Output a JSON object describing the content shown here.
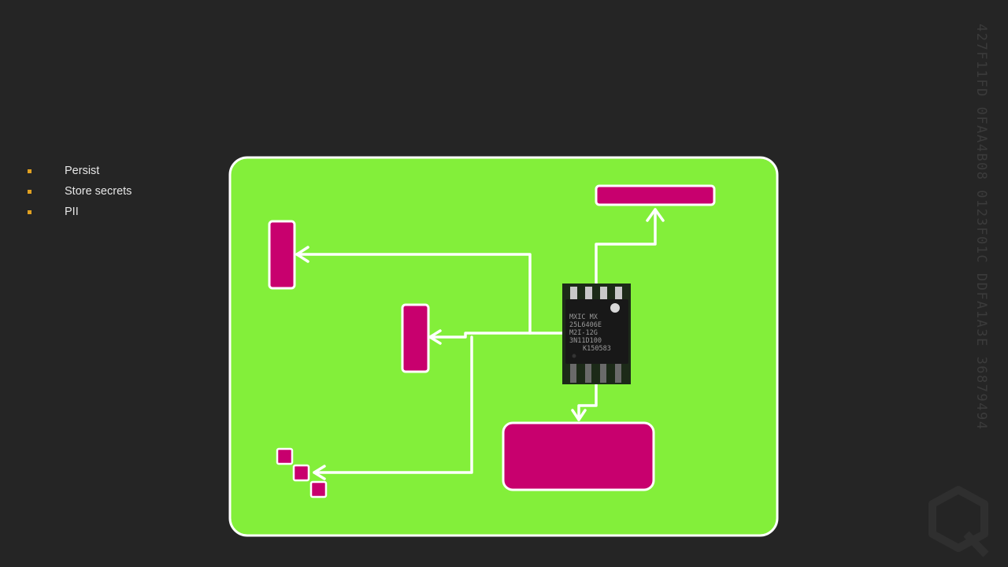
{
  "bullets": [
    {
      "label": "Persist"
    },
    {
      "label": "Store secrets"
    },
    {
      "label": "PII"
    }
  ],
  "watermark_hex": [
    "427F11FD",
    "0FAA4B08",
    "0123F01C",
    "DDFA1A3E",
    "36879494"
  ],
  "chip_markings": [
    "MXIC MX",
    "25L6406E",
    "M2I-12G",
    "3N11D100",
    "K150583"
  ],
  "colors": {
    "background": "#252525",
    "board": "#83ef3a",
    "block": "#c8006e",
    "trace": "#ffffff",
    "bullet_marker": "#e0a020"
  },
  "icons": [
    "bullet-square",
    "flash-chip",
    "logo-mark"
  ]
}
